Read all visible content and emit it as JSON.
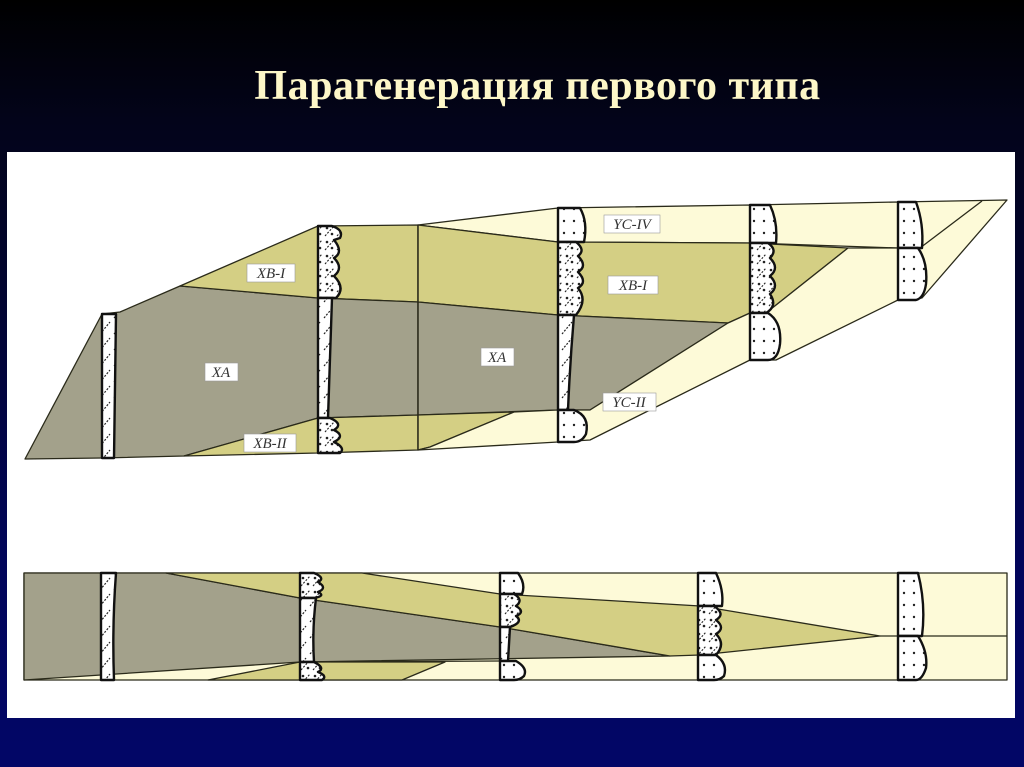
{
  "title": "Парагенерация первого типа",
  "colors": {
    "background_top": "#000000",
    "background_bottom": "#020667",
    "title": "#fdf7c8",
    "panel": "#ffffff",
    "facies_XA": "#a3a18b",
    "facies_XB": "#d4cf84",
    "facies_YC": "#fdfad8",
    "outline": "#2a2a1a"
  },
  "upper_diagram": {
    "labels": {
      "xb1_left": "XB-I",
      "xa_left": "XA",
      "xb2": "XB-II",
      "xa_right": "XA",
      "yc4": "YC-IV",
      "xb1_right": "XB-I",
      "yc2": "YC-II"
    },
    "columns": 5
  },
  "lower_diagram": {
    "columns": 5
  }
}
